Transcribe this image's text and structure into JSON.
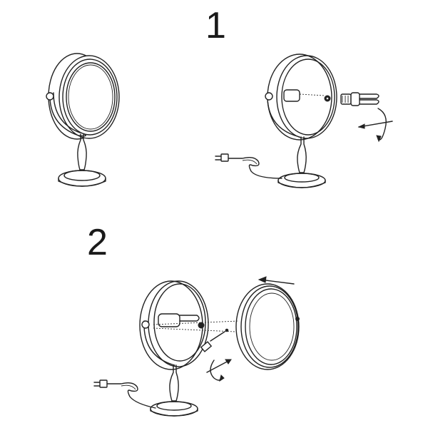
{
  "diagram": {
    "type": "assembly-instructions",
    "subject": "illuminated cosmetic mirror with stand",
    "steps": [
      {
        "number": "1",
        "panels": [
          {
            "name": "assembled-mirror",
            "description": "Mirror on pedestal stand, front view"
          },
          {
            "name": "bulb-insertion",
            "description": "Mirror with front removed; bulb screwed into socket; power cord with plug; rotation arrow indicating screw-in"
          }
        ]
      },
      {
        "number": "2",
        "panels": [
          {
            "name": "front-cover-attach",
            "description": "Mirror front cover moved toward housing (arrow); screwdriver tightening screw; rotation arrow; power cord with plug"
          }
        ]
      }
    ],
    "colors": {
      "line": "#222222",
      "background": "#ffffff"
    }
  }
}
